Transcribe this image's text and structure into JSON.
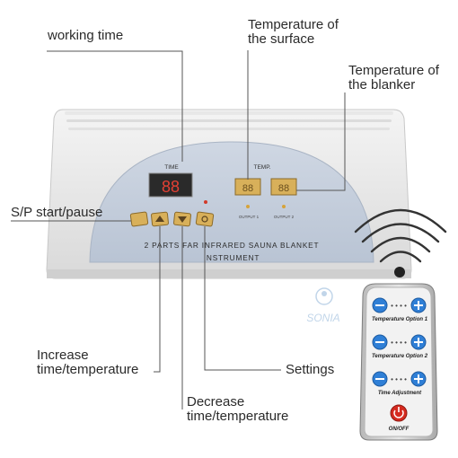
{
  "callouts": {
    "working_time": "working time",
    "temp_surface_1": "Temperature of",
    "temp_surface_2": "the surface",
    "temp_blanket_1": "Temperature of",
    "temp_blanket_2": "the blanker",
    "sp": "S/P start/pause",
    "increase_1": "Increase",
    "increase_2": "time/temperature",
    "settings": "Settings",
    "decrease_1": "Decrease",
    "decrease_2": "time/temperature"
  },
  "device": {
    "time_label": "TIME",
    "temp_label": "TEMP.",
    "output1": "OUTPUT 1",
    "output2": "OUTPUT 2",
    "title_line1": "2 PARTS FAR INFRARED SAUNA BLANKET",
    "title_line2": "INSTRUMENT",
    "time_display": "88",
    "temp_display_1": "88",
    "temp_display_2": "88",
    "brand": "SONIA"
  },
  "remote": {
    "option1": "Temperature Option 1",
    "option2": "Temperature Option 2",
    "option3": "Time Adjustment",
    "onoff": "ON/OFF"
  },
  "colors": {
    "accent_blue": "#2f7fd6",
    "button_gold": "#d8b05a",
    "led_red": "#d23a2a",
    "power_red": "#d52a1f"
  }
}
